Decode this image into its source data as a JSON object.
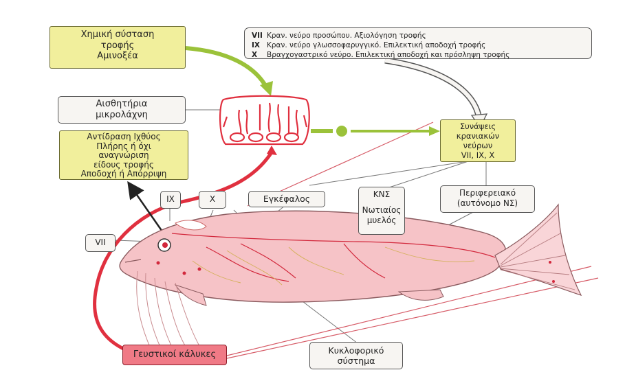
{
  "legend": [
    {
      "code": "VII",
      "text": "Κραν. νεύρο προσώπου. Αξιολόγηση τροφής"
    },
    {
      "code": "IX",
      "text": "Κραν. νεύρο γλωσσοφαρυγγικό. Επιλεκτική αποδοχή τροφής"
    },
    {
      "code": "X",
      "text": "Βραγχογαστρικό νεύρο. Επιλεκτική αποδοχή και πρόσληψη τροφής"
    }
  ],
  "boxes": {
    "chemical": [
      "Χημική σύσταση",
      "τροφής",
      "Αμινοξέα"
    ],
    "microvilli": [
      "Αισθητήρια",
      "μικρολάχνη"
    ],
    "reaction": [
      "Αντίδραση Ιχθύος",
      "Πλήρης ή όχι",
      "αναγνώριση",
      "είδους τροφής",
      "Αποδοχή ή Απόρριψη"
    ],
    "synapses": [
      "Συνάψεις",
      "κρανιακών",
      "νεύρων",
      "VII, IX, X"
    ],
    "nerve_ix": "IX",
    "nerve_x": "X",
    "nerve_vii": "VII",
    "brain": "Εγκέφαλος",
    "cns": [
      "ΚΝΣ",
      "",
      "Νωτιαίος",
      "μυελός"
    ],
    "peripheral": [
      "Περιφερειακό",
      "(αυτόνομο ΝΣ)"
    ],
    "taste_buds": "Γευστικοί κάλυκες",
    "circulatory": [
      "Κυκλοφορικό",
      "σύστημα"
    ]
  },
  "colors": {
    "nerve_red": "#d2283c",
    "feed_arrow": "#9bc23a",
    "fish_body": "#f6c3c7",
    "yellow_box": "#f1ef9c",
    "red_box": "#f07a86"
  }
}
